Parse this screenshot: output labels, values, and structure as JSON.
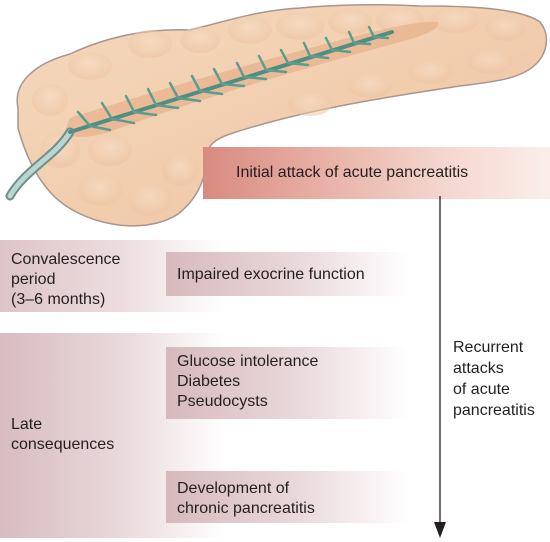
{
  "initial_attack": "Initial attack of acute pancreatitis",
  "convalescence": [
    "Convalescence",
    "period",
    "(3–6 months)"
  ],
  "impaired": "Impaired exocrine function",
  "glucose_lines": [
    "Glucose intolerance",
    "Diabetes",
    "Pseudocysts"
  ],
  "late": [
    "Late",
    "consequences"
  ],
  "development": [
    "Development of",
    "chronic pancreatitis"
  ],
  "recurrent": [
    "Recurrent",
    "attacks",
    "of acute",
    "pancreatitis"
  ],
  "colors": {
    "pancreas_fill": "#f2cfb0",
    "pancreas_outline": "#9a8a85",
    "duct": "#4e8f82",
    "initial_bar": "#d98a80",
    "box_mauve": "#d6b9bd",
    "arrow": "#231f20"
  }
}
